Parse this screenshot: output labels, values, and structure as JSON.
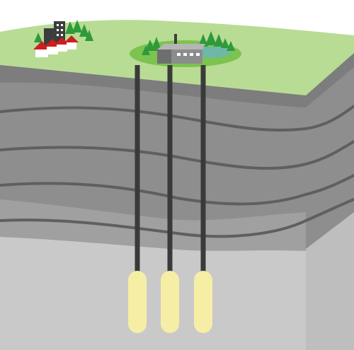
{
  "diagram": {
    "kind": "underground storage cross-section",
    "visible_text": [],
    "colors": {
      "ground_surface": "#b9dc95",
      "site_pad": "#7cc34f",
      "site_pond": "#6fb7a8",
      "top_stratum": "#7d7d7d",
      "upper_rock": "#8e8e8e",
      "middle_rock": "#a0a0a0",
      "lower_rock": "#c9c9c9",
      "side_face": "#bebebe",
      "strata_lines": "#5f5f5f",
      "well_pipe": "#3a3a3a",
      "storage_cavern": "#f7eea6",
      "factory_body": "#8c8c8c",
      "house_wall": "#ffffff",
      "house_roof": "#cc1f1f",
      "tower_block": "#3d3d3d",
      "tree": "#2f9a3a"
    },
    "icons": [
      "factory-icon",
      "house-icon",
      "tower-block-icon",
      "tree-icon"
    ],
    "wells": [
      {
        "id": "well-1"
      },
      {
        "id": "well-2"
      },
      {
        "id": "well-3"
      }
    ],
    "caverns": [
      {
        "id": "cavern-1"
      },
      {
        "id": "cavern-2"
      },
      {
        "id": "cavern-3"
      }
    ]
  }
}
